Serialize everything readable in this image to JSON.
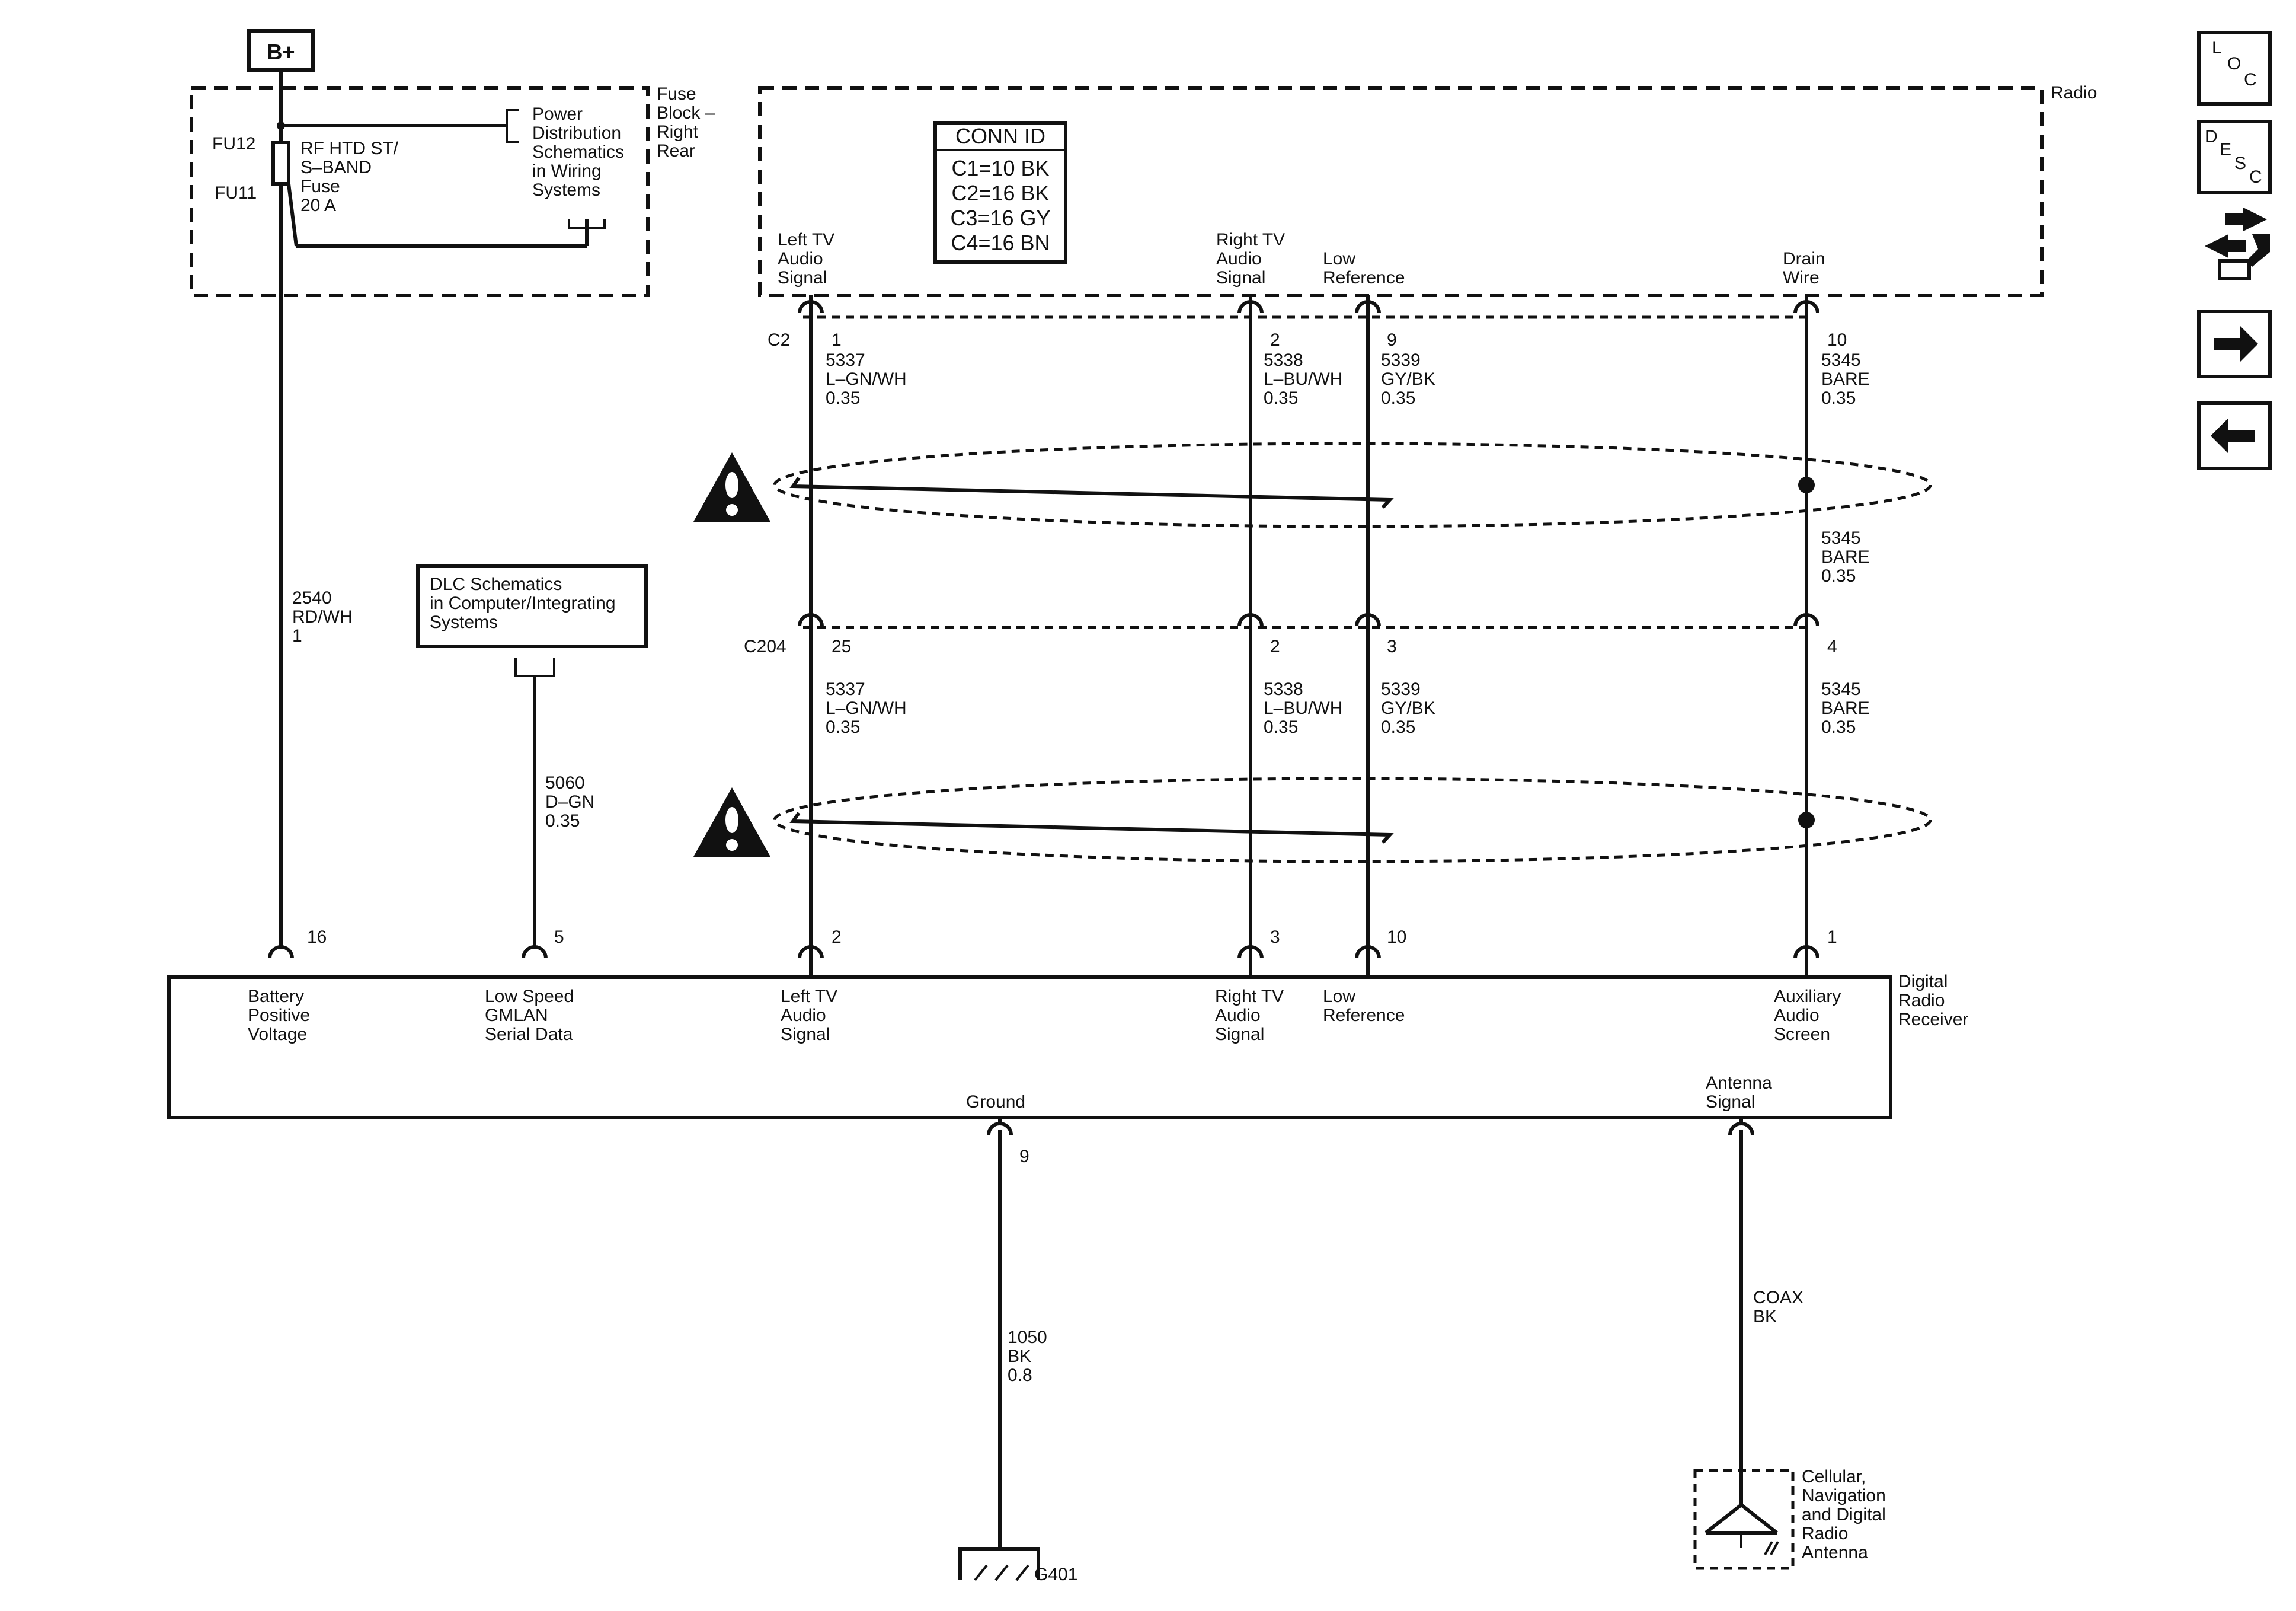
{
  "power": {
    "bplus": "B+",
    "fuse_block": [
      "Fuse",
      "Block –",
      "Right",
      "Rear"
    ],
    "fu12": "FU12",
    "fu11": "FU11",
    "fuse_name": [
      "RF HTD ST/",
      "S–BAND",
      "Fuse",
      "20 A"
    ],
    "power_dist": [
      "Power",
      "Distribution",
      "Schematics",
      "in Wiring",
      "Systems"
    ],
    "wire_2540": [
      "2540",
      "RD/WH",
      "1"
    ]
  },
  "radio": {
    "title": "Radio",
    "conn_id": {
      "header": "CONN ID",
      "rows": [
        "C1=10 BK",
        "C2=16 BK",
        "C3=16 GY",
        "C4=16 BN"
      ]
    },
    "pins": [
      [
        "Left TV",
        "Audio",
        "Signal"
      ],
      [
        "Right TV",
        "Audio",
        "Signal"
      ],
      [
        "Low",
        "Reference"
      ],
      [
        "Drain",
        "Wire"
      ]
    ]
  },
  "c2": {
    "id": "C2",
    "pin_nums": [
      "1",
      "2",
      "9",
      "10"
    ],
    "wires": [
      [
        "5337",
        "L–GN/WH",
        "0.35"
      ],
      [
        "5338",
        "L–BU/WH",
        "0.35"
      ],
      [
        "5339",
        "GY/BK",
        "0.35"
      ],
      [
        "5345",
        "BARE",
        "0.35"
      ]
    ]
  },
  "drain_mid": [
    "5345",
    "BARE",
    "0.35"
  ],
  "c204": {
    "id": "C204",
    "pin_nums": [
      "25",
      "2",
      "3",
      "4"
    ],
    "wires": [
      [
        "5337",
        "L–GN/WH",
        "0.35"
      ],
      [
        "5338",
        "L–BU/WH",
        "0.35"
      ],
      [
        "5339",
        "GY/BK",
        "0.35"
      ],
      [
        "5345",
        "BARE",
        "0.35"
      ]
    ]
  },
  "dlc": {
    "box": [
      "DLC Schematics",
      "in Computer/Integrating",
      "Systems"
    ],
    "wire": [
      "5060",
      "D–GN",
      "0.35"
    ]
  },
  "receiver": {
    "title": [
      "Digital",
      "Radio",
      "Receiver"
    ],
    "pin_nums": [
      "16",
      "5",
      "2",
      "3",
      "10",
      "1"
    ],
    "pins": [
      [
        "Battery",
        "Positive",
        "Voltage"
      ],
      [
        "Low Speed",
        "GMLAN",
        "Serial Data"
      ],
      [
        "Left TV",
        "Audio",
        "Signal"
      ],
      [
        "Right TV",
        "Audio",
        "Signal"
      ],
      [
        "Low",
        "Reference"
      ],
      [
        "Auxiliary",
        "Audio",
        "Screen"
      ]
    ],
    "ground": "Ground",
    "ground_pin": "9",
    "antenna_signal": [
      "Antenna",
      "Signal"
    ]
  },
  "ground_wire": [
    "1050",
    "BK",
    "0.8"
  ],
  "ground_id": "G401",
  "coax": [
    "COAX",
    "BK"
  ],
  "antenna": [
    "Cellular,",
    "Navigation",
    "and Digital",
    "Radio",
    "Antenna"
  ],
  "nav": {
    "loc": [
      "L",
      "O",
      "C"
    ],
    "desc": [
      "D",
      "E",
      "S",
      "C"
    ]
  }
}
